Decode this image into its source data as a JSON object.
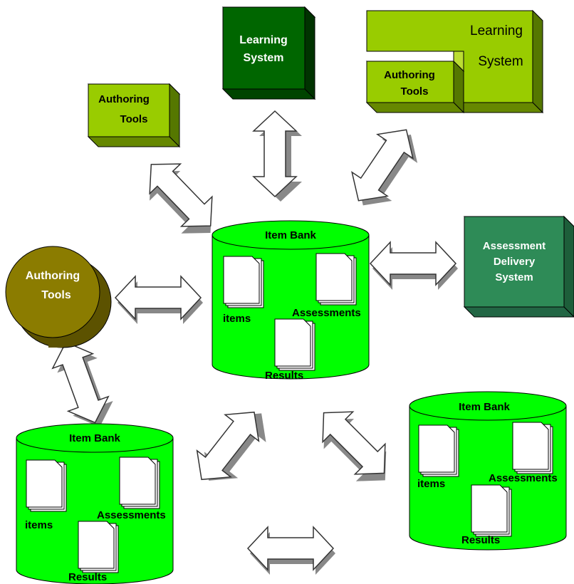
{
  "nodes": {
    "learning_system_top": {
      "line1": "Learning",
      "line2": "System"
    },
    "learning_system_combined": {
      "line1": "Learning",
      "line2": "System"
    },
    "authoring_tools_in_combined": {
      "line1": "Authoring",
      "line2": "Tools"
    },
    "authoring_tools_box": {
      "line1": "Authoring",
      "line2": "Tools"
    },
    "authoring_tools_cylinder": {
      "line1": "Authoring",
      "line2": "Tools"
    },
    "assessment_delivery_system": {
      "line1": "Assessment",
      "line2": "Delivery",
      "line3": "System"
    }
  },
  "item_banks": {
    "center": {
      "title": "Item Bank",
      "items": "items",
      "assessments": "Assessments",
      "results": "Results"
    },
    "bottom_left": {
      "title": "Item Bank",
      "items": "items",
      "assessments": "Assessments",
      "results": "Results"
    },
    "bottom_right": {
      "title": "Item Bank",
      "items": "items",
      "assessments": "Assessments",
      "results": "Results"
    }
  },
  "colors": {
    "item_bank_fill": "#00ff00",
    "yellow_green": "#99cc00",
    "dark_green": "#006600",
    "teal_green": "#2e8b57",
    "olive": "#8b7c00",
    "arrow_shadow": "#999999"
  },
  "icons": {
    "document_stack": "document-stack-icon",
    "arrow": "double-headed-arrow"
  }
}
